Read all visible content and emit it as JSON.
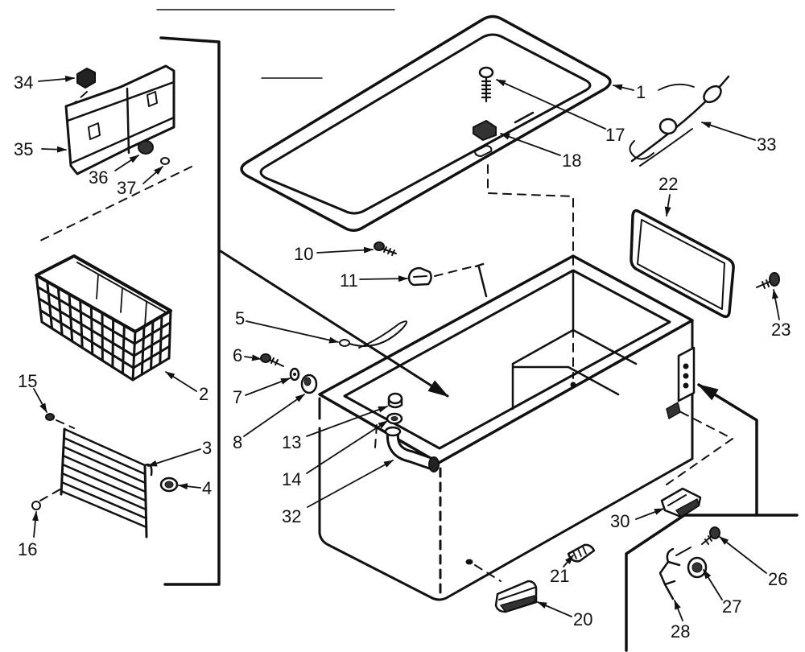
{
  "colors": {
    "ink": "#111111",
    "paper": "#ffffff"
  },
  "part_numbers": {
    "p1": "1",
    "p2": "2",
    "p3": "3",
    "p4": "4",
    "p5": "5",
    "p6": "6",
    "p7": "7",
    "p8": "8",
    "p10": "10",
    "p11": "11",
    "p13": "13",
    "p14": "14",
    "p15": "15",
    "p16": "16",
    "p17": "17",
    "p18": "18",
    "p20": "20",
    "p21": "21",
    "p22": "22",
    "p23": "23",
    "p26": "26",
    "p27": "27",
    "p28": "28",
    "p30": "30",
    "p32": "32",
    "p33": "33",
    "p34": "34",
    "p35": "35",
    "p36": "36",
    "p37": "37"
  }
}
